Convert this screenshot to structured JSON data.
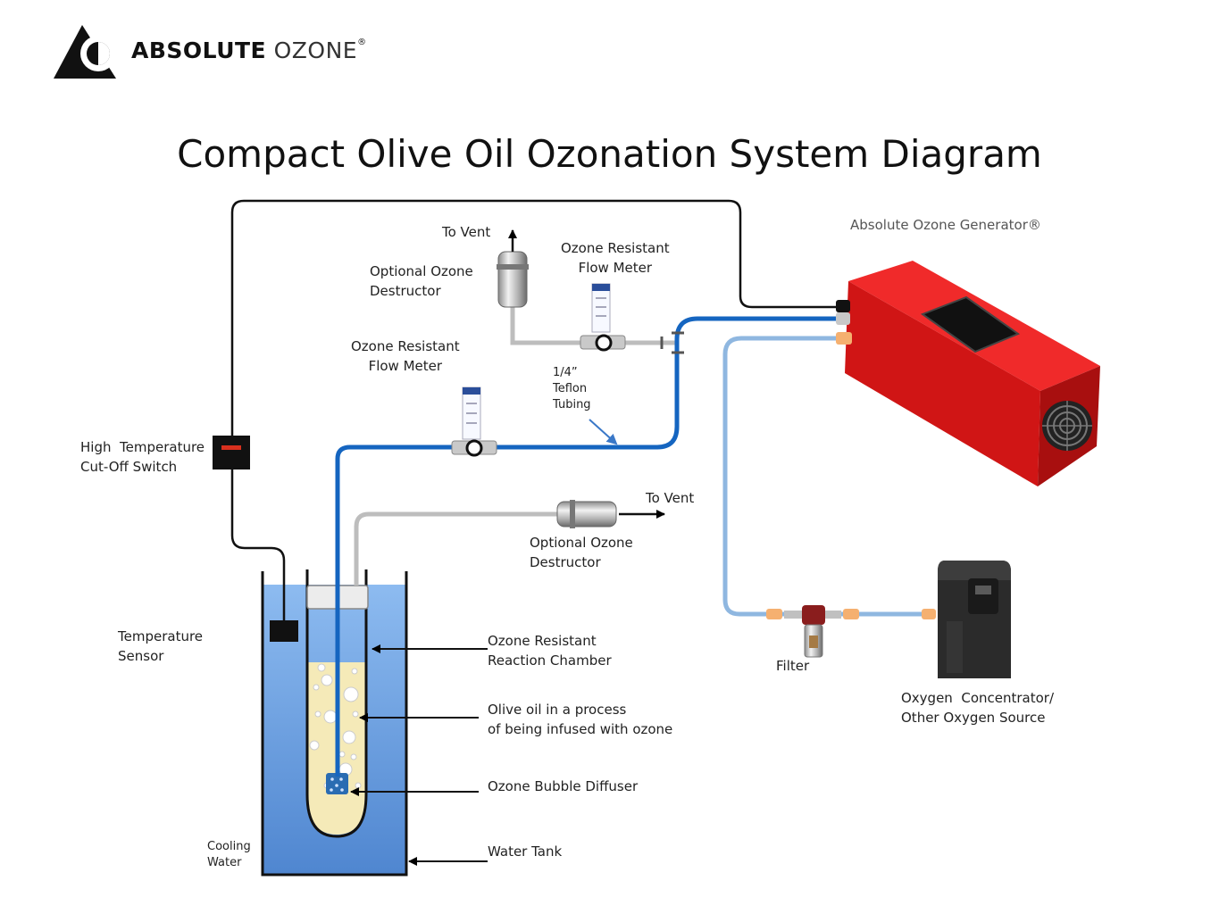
{
  "brand": {
    "name_bold": "ABSOLUTE",
    "name_light": "OZONE",
    "reg": "®"
  },
  "title": "Compact Olive Oil Ozonation System Diagram",
  "labels": {
    "generator": "Absolute Ozone Generator®",
    "to_vent_top": "To Vent",
    "to_vent_right": "To Vent",
    "destructor_top": [
      "Optional Ozone",
      "Destructor"
    ],
    "destructor_bottom": [
      "Optional Ozone",
      "Destructor"
    ],
    "flow_meter_top": [
      "Ozone Resistant",
      "Flow Meter"
    ],
    "flow_meter_left": [
      "Ozone Resistant",
      "Flow Meter"
    ],
    "tubing": [
      "1/4”",
      "Teflon",
      "Tubing"
    ],
    "cutoff_switch": [
      "High  Temperature",
      "Cut-Off Switch"
    ],
    "temp_sensor": [
      "Temperature",
      "Sensor"
    ],
    "reaction_chamber": [
      "Ozone Resistant",
      "Reaction Chamber"
    ],
    "olive_oil": [
      "Olive oil in a process",
      "of being infused with ozone"
    ],
    "diffuser": "Ozone Bubble Diffuser",
    "water_tank": "Water Tank",
    "cooling_water": [
      "Cooling",
      "Water"
    ],
    "filter": "Filter",
    "oxygen_source": [
      "Oxygen  Concentrator/",
      "Other Oxygen Source"
    ]
  },
  "colors": {
    "ozone_line": "#1565c0",
    "oxygen_line": "#8fb7e0",
    "vent_line": "#bdbdbd",
    "generator_red": "#e01b1b",
    "water": "#6fa7e6",
    "oil": "#f5eab8",
    "fitting_orange": "#f5b070"
  },
  "icons": [
    "logo-mark-icon",
    "ozone-generator-icon",
    "oxygen-concentrator-icon",
    "flow-meter-icon",
    "destructor-icon",
    "filter-icon",
    "cutoff-switch-icon",
    "temperature-sensor-icon",
    "bubble-diffuser-icon"
  ]
}
